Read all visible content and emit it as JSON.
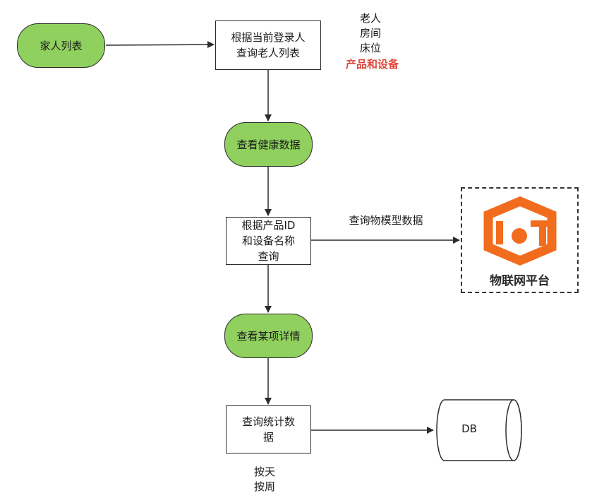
{
  "nodes": {
    "family_list": "家人列表",
    "query_elders": "根据当前登录人\n查询老人列表",
    "view_health": "查看健康数据",
    "query_by_product": "根据产品ID\n和设备名称\n查询",
    "view_detail": "查看某项详情",
    "query_stats": "查询统计数\n据"
  },
  "notes": {
    "elder_fields": "老人\n房间\n床位",
    "product_device": "产品和设备",
    "query_model": "查询物模型数据",
    "by_period": "按天\n按周"
  },
  "iot": {
    "label": "物联网平台"
  },
  "db": {
    "label": "DB"
  },
  "colors": {
    "terminal_fill": "#8fd05e",
    "highlight_red": "#e0463a",
    "iot_orange": "#f26c1d"
  }
}
